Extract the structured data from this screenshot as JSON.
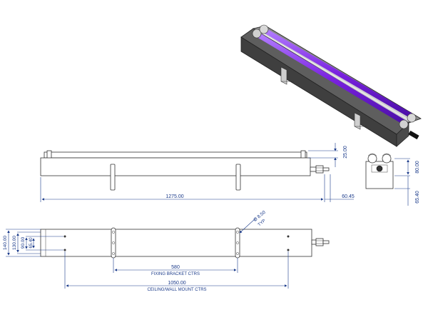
{
  "dims": {
    "overall_length": "1275.00",
    "end_offset": "60.45",
    "top_height": "25.00",
    "end_height_upper": "80.00",
    "end_height_lower": "65.40",
    "width_140": "140.00",
    "width_130": "130.00",
    "width_90": "90.00",
    "width_65": "65.40",
    "hole_dia": "Ø 8.50",
    "hole_qty": "TYP",
    "bracket_ctrs": "580",
    "bracket_label": "FIXING BRACKET CTRS",
    "mount_ctrs": "1050.00",
    "mount_label": "CEILING/WALL MOUNT CTRS"
  },
  "colors": {
    "uv_tube": "#7a22e0",
    "housing": "#5a5a5a",
    "dimension": "#1a3a8a"
  }
}
